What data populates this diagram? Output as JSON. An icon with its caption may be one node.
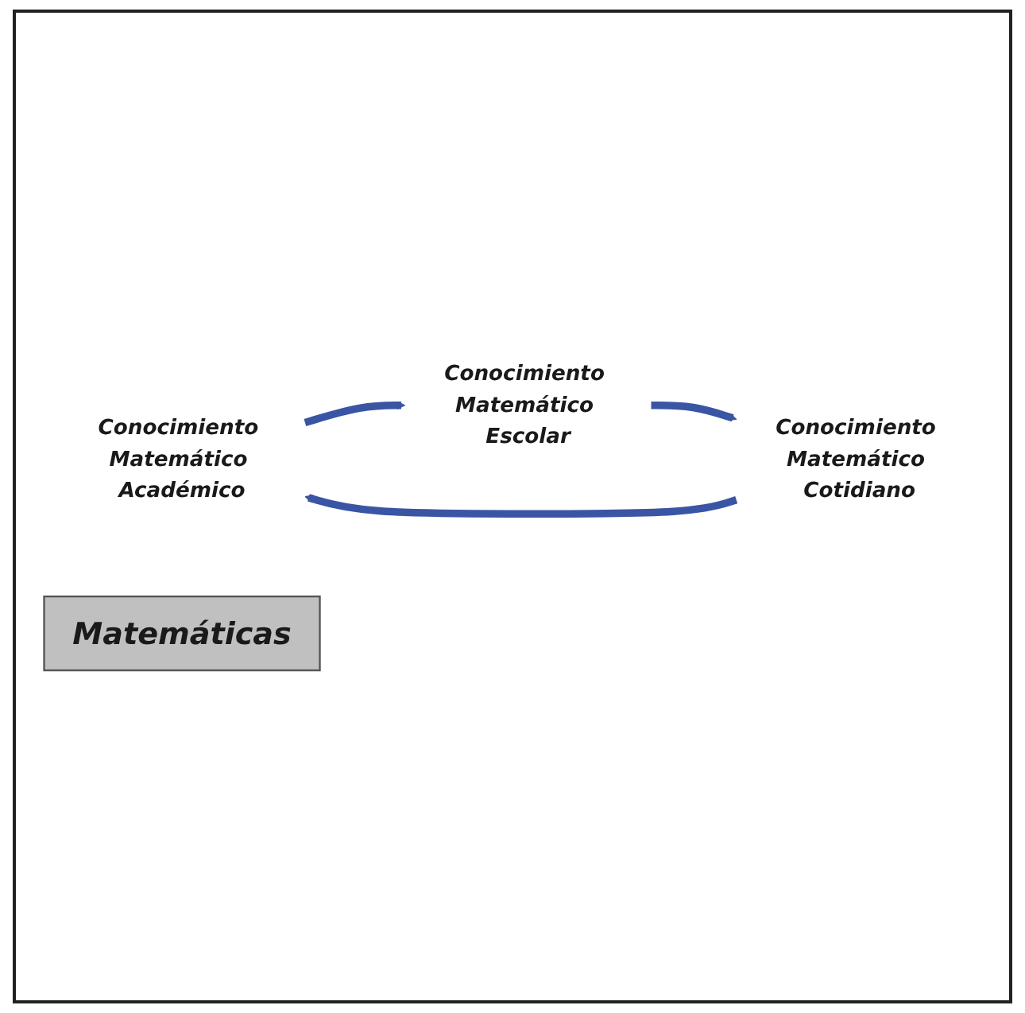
{
  "diagram": {
    "nodes": [
      {
        "text": [
          "Conocimiento Matemático Académico"
        ]
      },
      {
        "text": [
          "Conocimiento Matemático Escolar"
        ]
      },
      {
        "text": [
          "Matemáticas"
        ]
      },
      {
        "text": [
          "Conocimiento Matemático Cotidiano"
        ]
      }
    ],
    "edges": [
      {
        "from": 0,
        "to": 1,
        "arrow": "to"
      },
      {
        "from": 1,
        "to": 3,
        "arrow": "to"
      },
      {
        "from": 3,
        "to": 0,
        "arrow": "to"
      }
    ]
  }
}
